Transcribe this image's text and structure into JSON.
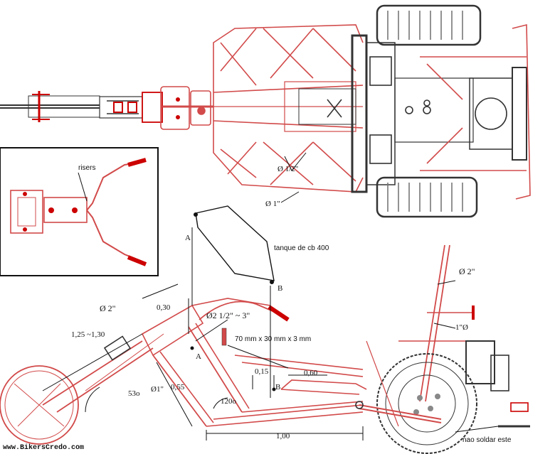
{
  "colors": {
    "frame": "#d24a4a",
    "frame_dark": "#b01818",
    "ink": "#111111",
    "tire": "#333333"
  },
  "labels": {
    "risers": "risers",
    "phi_half": "Ø 1/2\"",
    "phi_one_top": "Ø 1\"",
    "point_a_top": "A",
    "tank": "tanque de cb 400",
    "point_b_top": "B",
    "phi_two_top": "Ø 2\"",
    "phi_two_left": "Ø 2\"",
    "dim_030": "0,30",
    "dim_125": "1,25 ~1,30",
    "handlebar": "Ø2 1/2\" ~ 3\"",
    "profile": "70 mm x 30 mm x 3 mm",
    "phi_one_right": "1\"Ø",
    "point_a_mid": "A",
    "dim_015": "0,15",
    "dim_060": "0,60",
    "point_b_mid": "B",
    "angle_53": "53o",
    "phi_one_fork": "Ø1\"",
    "dim_055": "0,55",
    "angle_120": "120o",
    "dim_100": "1,00",
    "no_weld": "nao soldar este",
    "watermark": "www.BikersCredo.com"
  }
}
